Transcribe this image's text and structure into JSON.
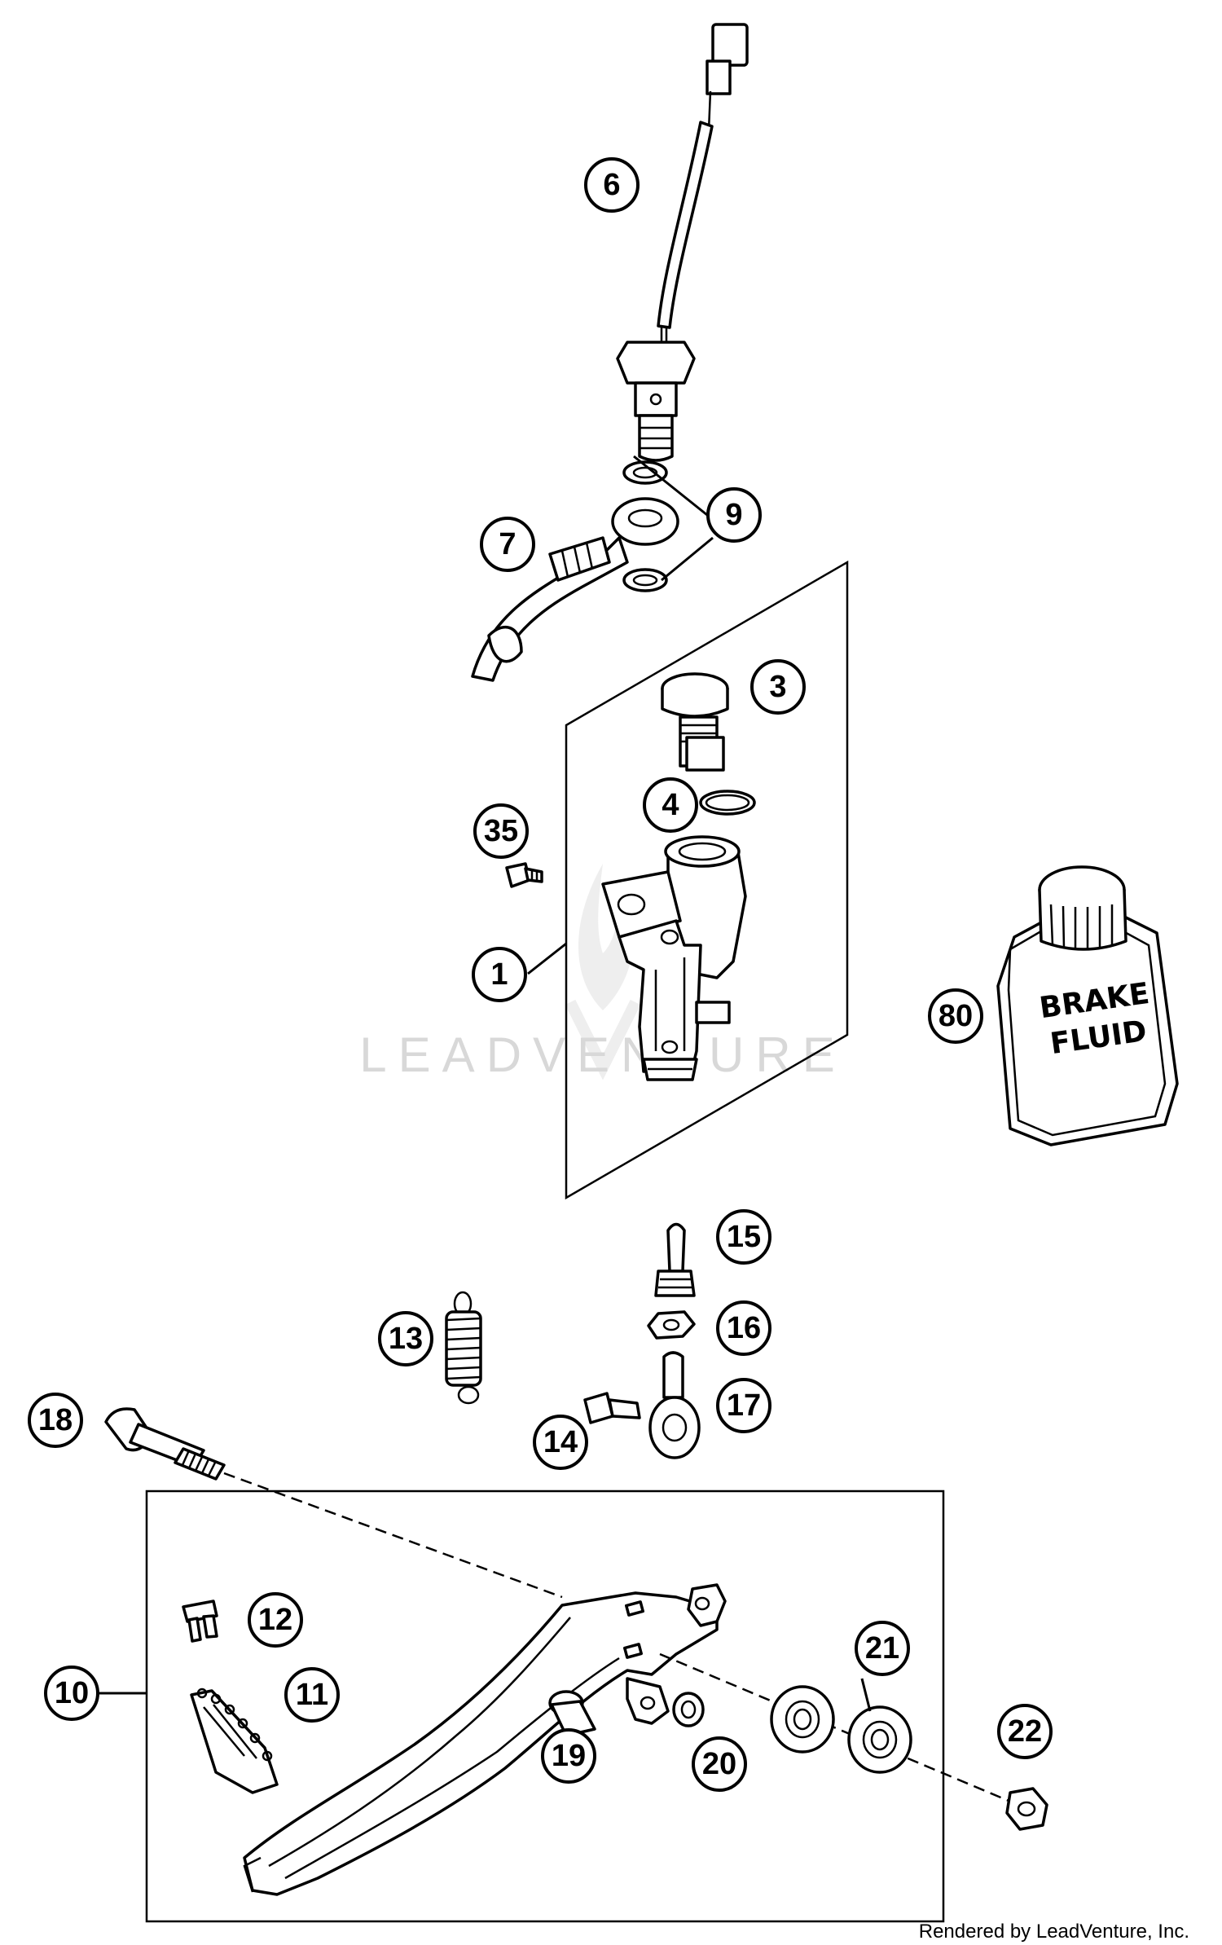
{
  "watermark": "LEADVENTURE",
  "credit": "Rendered by LeadVenture, Inc.",
  "bottle": {
    "line1": "BRAKE",
    "line2": "FLUID"
  },
  "callouts": {
    "c1": "1",
    "c3": "3",
    "c4": "4",
    "c6": "6",
    "c7": "7",
    "c9": "9",
    "c10": "10",
    "c11": "11",
    "c12": "12",
    "c13": "13",
    "c14": "14",
    "c15": "15",
    "c16": "16",
    "c17": "17",
    "c18": "18",
    "c19": "19",
    "c20": "20",
    "c21": "21",
    "c22": "22",
    "c35": "35",
    "c80": "80"
  }
}
